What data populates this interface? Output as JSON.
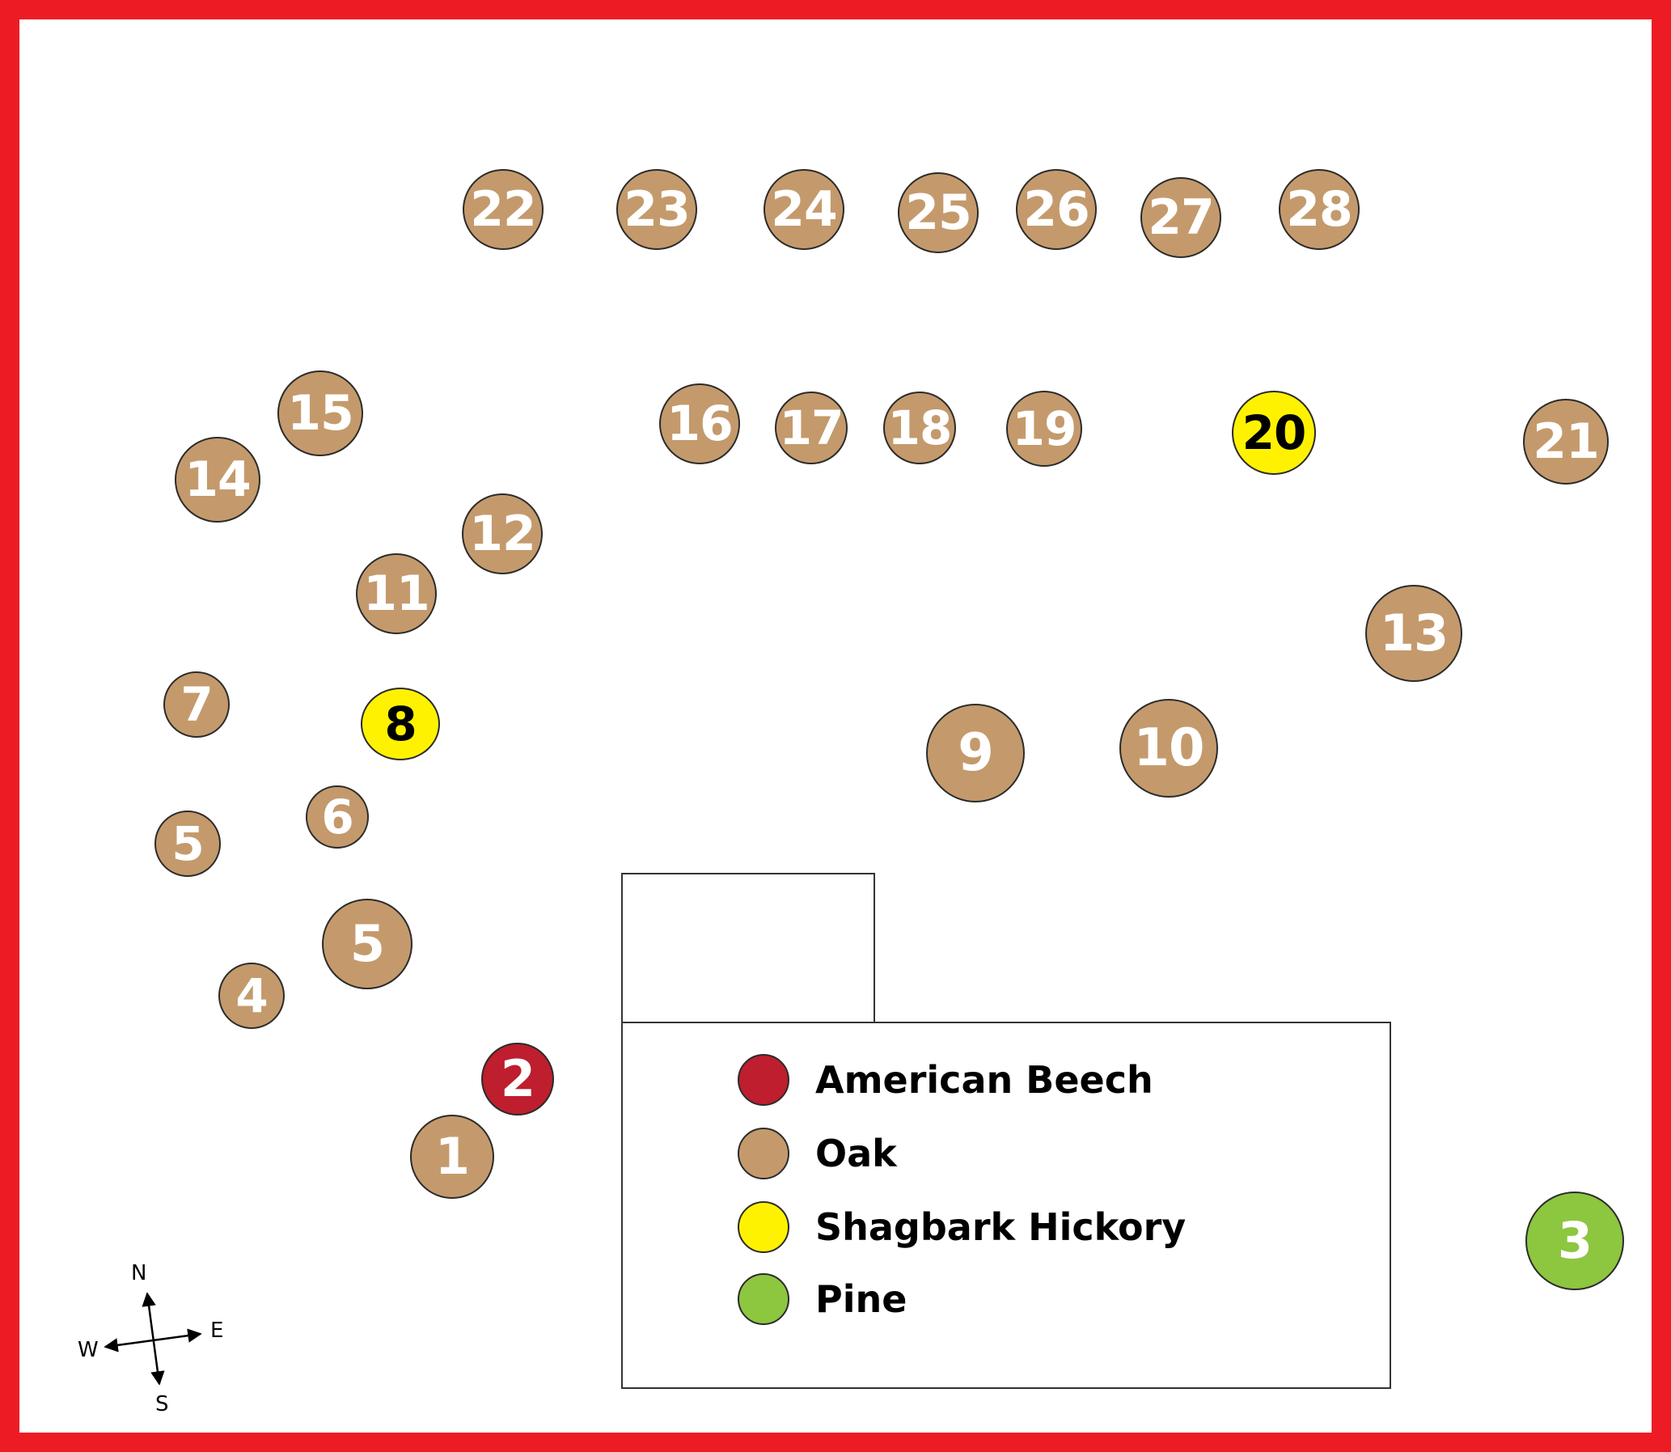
{
  "colors": {
    "border": "#ed1c24",
    "american_beech": "#be1e2d",
    "oak": "#c49a6c",
    "shagbark_hickory": "#fff200",
    "pine": "#8dc63f"
  },
  "legend": {
    "items": [
      {
        "label": "American Beech",
        "color": "#be1e2d"
      },
      {
        "label": "Oak",
        "color": "#c49a6c"
      },
      {
        "label": "Shagbark Hickory",
        "color": "#fff200"
      },
      {
        "label": "Pine",
        "color": "#8dc63f"
      }
    ]
  },
  "compass": {
    "n": "N",
    "e": "E",
    "s": "S",
    "w": "W"
  },
  "trees": [
    {
      "label": "22",
      "species": "Oak"
    },
    {
      "label": "23",
      "species": "Oak"
    },
    {
      "label": "24",
      "species": "Oak"
    },
    {
      "label": "25",
      "species": "Oak"
    },
    {
      "label": "26",
      "species": "Oak"
    },
    {
      "label": "27",
      "species": "Oak"
    },
    {
      "label": "28",
      "species": "Oak"
    },
    {
      "label": "15",
      "species": "Oak"
    },
    {
      "label": "14",
      "species": "Oak"
    },
    {
      "label": "16",
      "species": "Oak"
    },
    {
      "label": "17",
      "species": "Oak"
    },
    {
      "label": "18",
      "species": "Oak"
    },
    {
      "label": "19",
      "species": "Oak"
    },
    {
      "label": "20",
      "species": "Shagbark Hickory"
    },
    {
      "label": "21",
      "species": "Oak"
    },
    {
      "label": "12",
      "species": "Oak"
    },
    {
      "label": "11",
      "species": "Oak"
    },
    {
      "label": "13",
      "species": "Oak"
    },
    {
      "label": "7",
      "species": "Oak"
    },
    {
      "label": "8",
      "species": "Shagbark Hickory"
    },
    {
      "label": "9",
      "species": "Oak"
    },
    {
      "label": "10",
      "species": "Oak"
    },
    {
      "label": "6",
      "species": "Oak"
    },
    {
      "label": "5",
      "species": "Oak"
    },
    {
      "label": "5",
      "species": "Oak"
    },
    {
      "label": "4",
      "species": "Oak"
    },
    {
      "label": "2",
      "species": "American Beech"
    },
    {
      "label": "1",
      "species": "Oak"
    },
    {
      "label": "3",
      "species": "Pine"
    }
  ]
}
